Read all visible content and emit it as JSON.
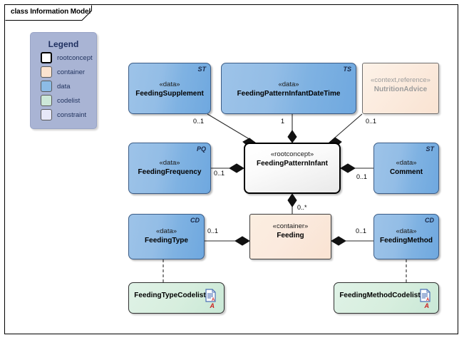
{
  "diagram": {
    "title": "class Information Model",
    "legend": {
      "title": "Legend",
      "items": [
        {
          "label": "rootconcept",
          "color": "#ffffff"
        },
        {
          "label": "container",
          "color": "#fbe3d0"
        },
        {
          "label": "data",
          "color": "#8cbbe6"
        },
        {
          "label": "codelist",
          "color": "#cce8d8"
        },
        {
          "label": "constraint",
          "color": "#e6e8f8"
        }
      ]
    },
    "nodes": [
      {
        "id": "feeding-supplement",
        "stereotype": "«data»",
        "name": "FeedingSupplement",
        "corner": "ST",
        "kind": "data"
      },
      {
        "id": "feeding-pattern-infant-datetime",
        "stereotype": "«data»",
        "name": "FeedingPatternInfantDateTime",
        "corner": "TS",
        "kind": "data"
      },
      {
        "id": "nutrition-advice",
        "stereotype": "«context,reference»",
        "name": "NutritionAdvice",
        "corner": "",
        "kind": "reference"
      },
      {
        "id": "feeding-frequency",
        "stereotype": "«data»",
        "name": "FeedingFrequency",
        "corner": "PQ",
        "kind": "data"
      },
      {
        "id": "feeding-pattern-infant",
        "stereotype": "«rootconcept»",
        "name": "FeedingPatternInfant",
        "corner": "",
        "kind": "rootconcept"
      },
      {
        "id": "comment",
        "stereotype": "«data»",
        "name": "Comment",
        "corner": "ST",
        "kind": "data"
      },
      {
        "id": "feeding-type",
        "stereotype": "«data»",
        "name": "FeedingType",
        "corner": "CD",
        "kind": "data"
      },
      {
        "id": "feeding",
        "stereotype": "«container»",
        "name": "Feeding",
        "corner": "",
        "kind": "container"
      },
      {
        "id": "feeding-method",
        "stereotype": "«data»",
        "name": "FeedingMethod",
        "corner": "CD",
        "kind": "data"
      },
      {
        "id": "feeding-type-codelist",
        "stereotype": "",
        "name": "FeedingTypeCodelist",
        "corner": "",
        "kind": "codelist",
        "icon": "document-icon",
        "badge": "A"
      },
      {
        "id": "feeding-method-codelist",
        "stereotype": "",
        "name": "FeedingMethodCodelist",
        "corner": "",
        "kind": "codelist",
        "icon": "document-icon",
        "badge": "A"
      }
    ],
    "multiplicities": [
      {
        "id": "m-supplement",
        "value": "0..1"
      },
      {
        "id": "m-datetime",
        "value": "1"
      },
      {
        "id": "m-nutrition",
        "value": "0..1"
      },
      {
        "id": "m-frequency",
        "value": "0..1"
      },
      {
        "id": "m-comment",
        "value": "0..1"
      },
      {
        "id": "m-feeding",
        "value": "0..*"
      },
      {
        "id": "m-feedingtype",
        "value": "0..1"
      },
      {
        "id": "m-feedingmethod",
        "value": "0..1"
      }
    ]
  }
}
